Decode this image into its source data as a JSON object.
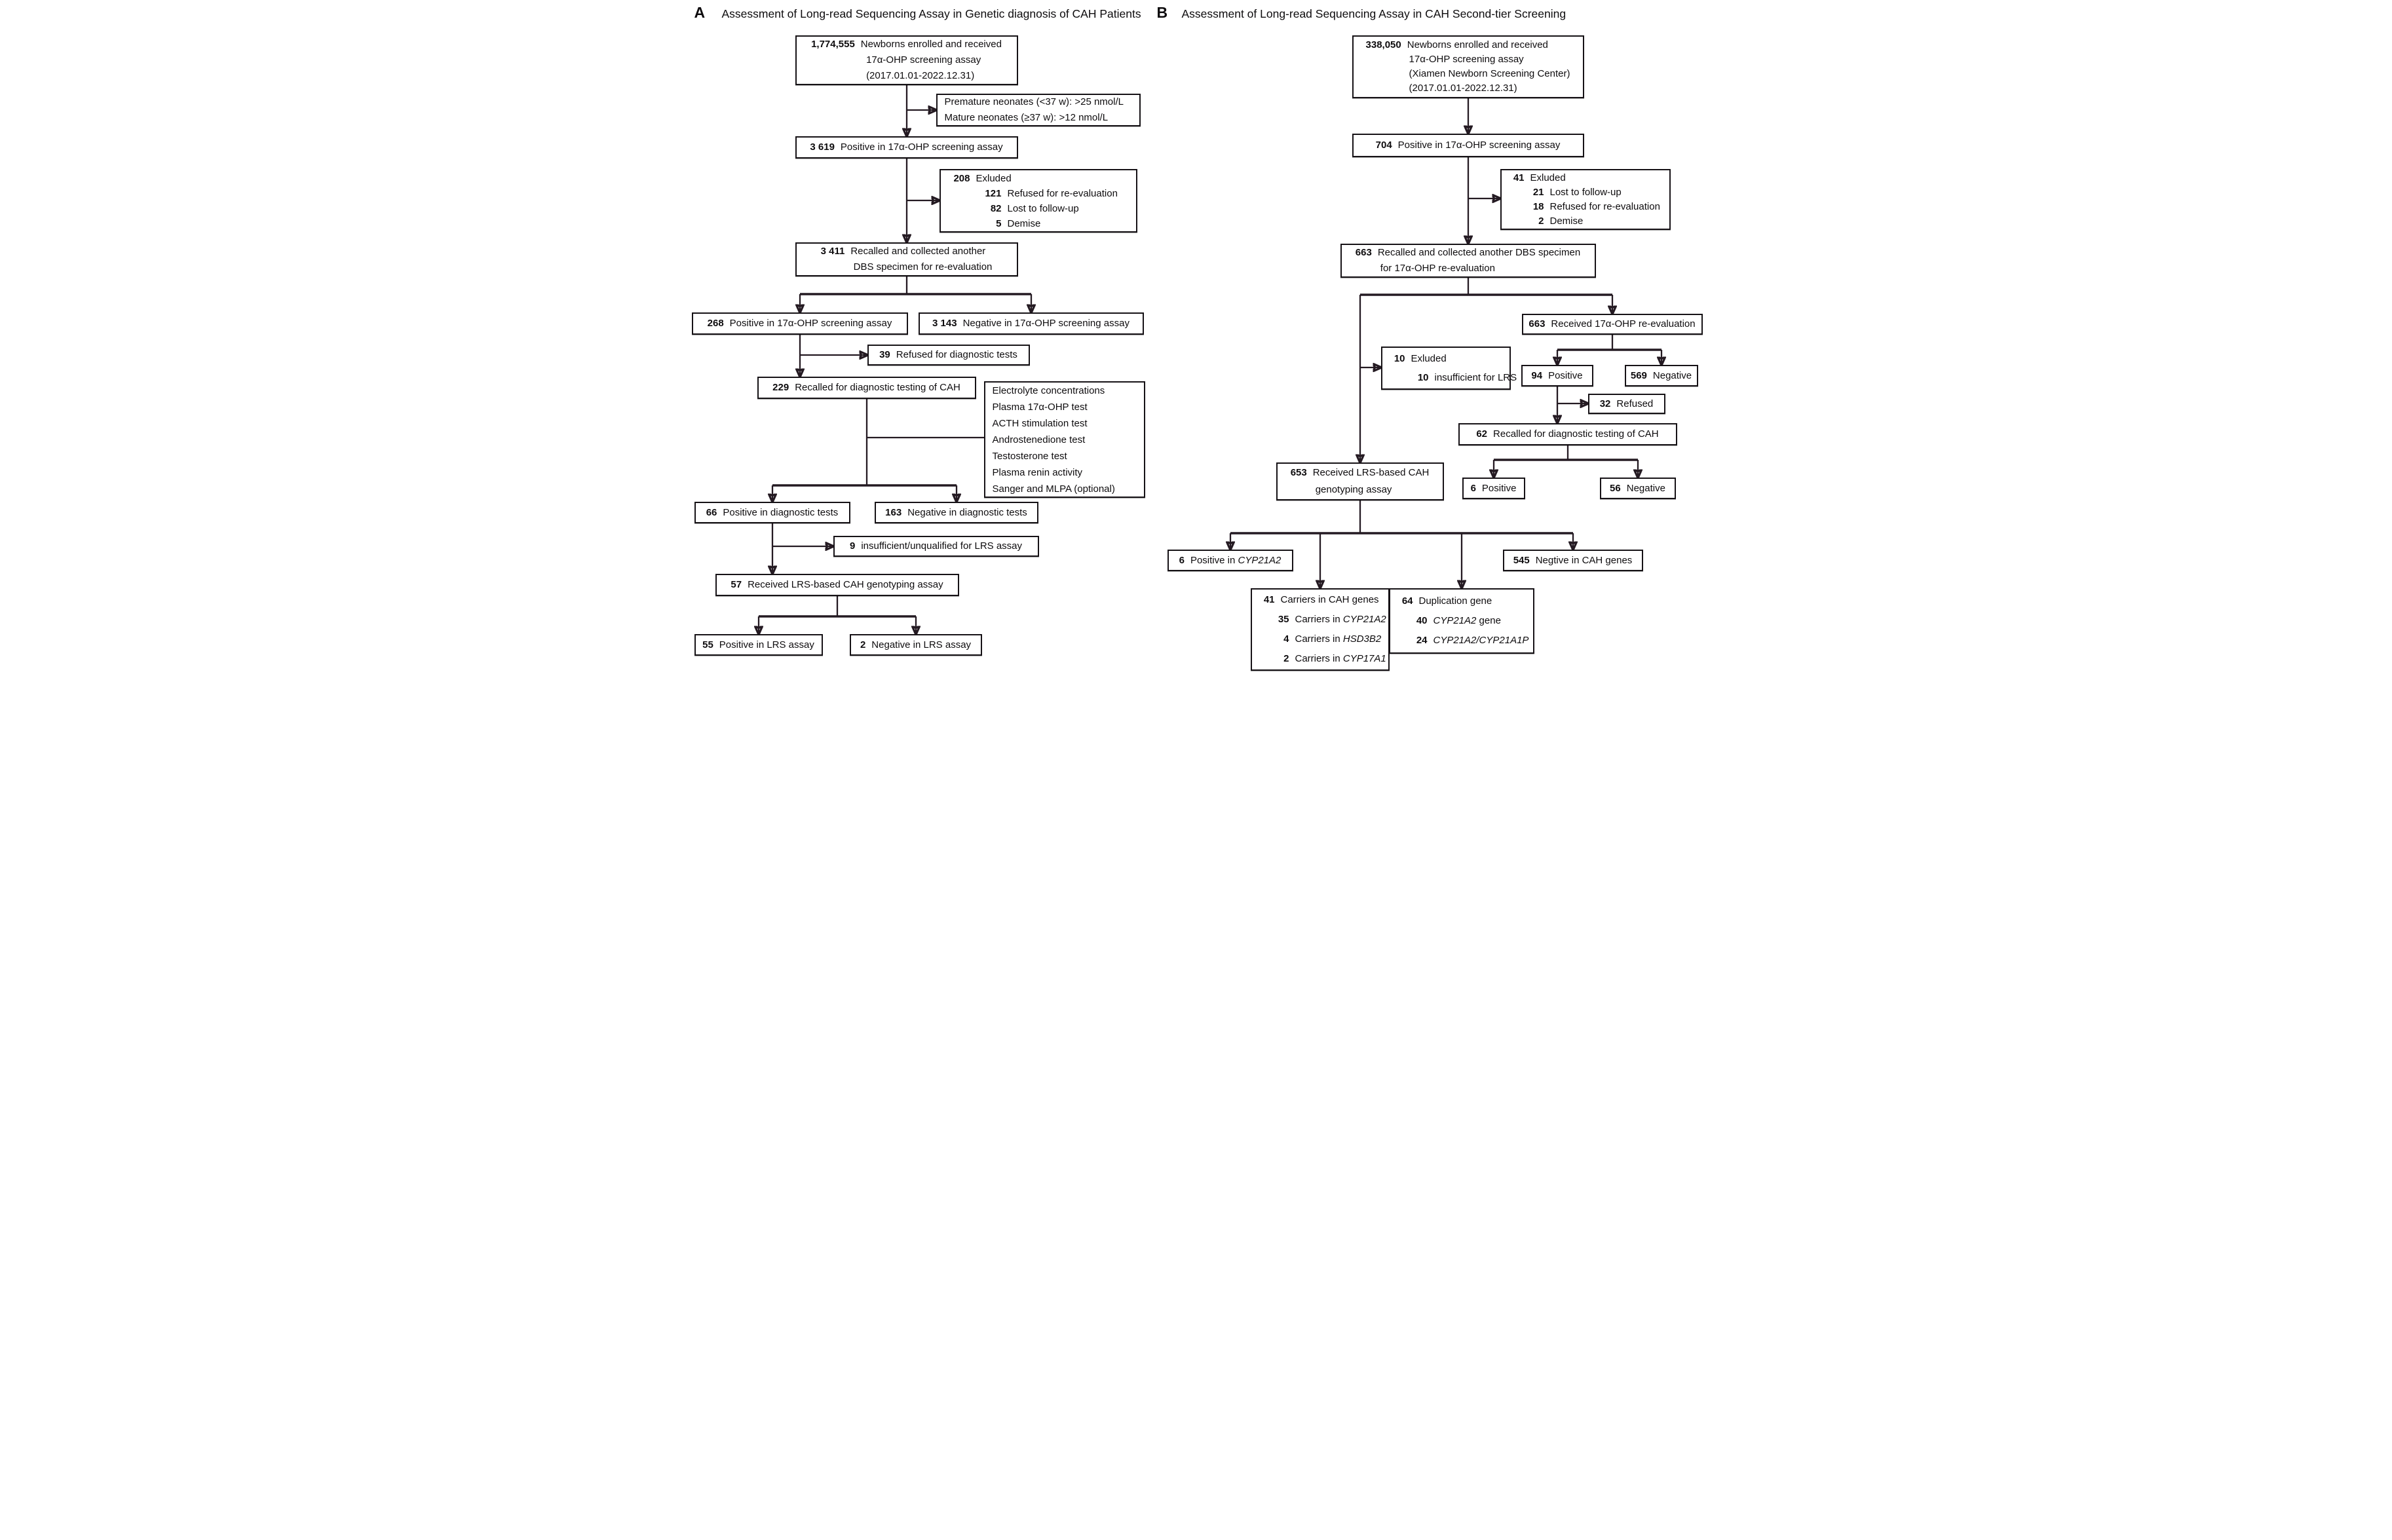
{
  "figure": {
    "colors": {
      "background": "#ffffff",
      "line": "#241a22",
      "box_border": "#161216",
      "text": "#0e0c0e"
    }
  },
  "panel_a": {
    "label": "A",
    "title": "Assessment of Long-read Sequencing Assay in Genetic diagnosis of CAH Patients",
    "boxes": {
      "a1": {
        "lines": [
          {
            "segs": [
              {
                "t": "1,774,555",
                "b": true
              },
              {
                "t": "Newborns enrolled and received"
              }
            ]
          },
          {
            "sub": true,
            "segs": [
              {
                "t": "17α-OHP screening assay"
              }
            ]
          },
          {
            "sub": true,
            "segs": [
              {
                "t": "(2017.01.01-2022.12.31)"
              }
            ]
          }
        ]
      },
      "a2": {
        "lines": [
          {
            "segs": [
              {
                "t": "Premature neonates (<37 w): >25 nmol/L"
              }
            ]
          },
          {
            "segs": [
              {
                "t": "Mature neonates (≥37 w): >12 nmol/L"
              }
            ]
          }
        ]
      },
      "a3": {
        "lines": [
          {
            "segs": [
              {
                "t": "3 619",
                "b": true
              },
              {
                "t": "Positive in 17α-OHP screening assay"
              }
            ]
          }
        ]
      },
      "a4": {
        "lines": [
          {
            "segs": [
              {
                "t": "208",
                "b": true
              },
              {
                "t": "Exluded"
              }
            ]
          },
          {
            "sub": true,
            "segs": [
              {
                "t": "121",
                "b": true
              },
              {
                "t": "Refused for re-evaluation"
              }
            ]
          },
          {
            "sub": true,
            "segs": [
              {
                "t": "82",
                "b": true
              },
              {
                "t": "Lost to follow-up"
              }
            ]
          },
          {
            "sub": true,
            "segs": [
              {
                "t": "5",
                "b": true
              },
              {
                "t": "Demise"
              }
            ]
          }
        ]
      },
      "a5": {
        "lines": [
          {
            "segs": [
              {
                "t": "3 411",
                "b": true
              },
              {
                "t": "Recalled and collected another"
              }
            ]
          },
          {
            "sub": true,
            "segs": [
              {
                "t": "DBS specimen for re-evaluation"
              }
            ]
          }
        ]
      },
      "a6": {
        "lines": [
          {
            "segs": [
              {
                "t": "268",
                "b": true
              },
              {
                "t": "Positive in 17α-OHP screening assay"
              }
            ]
          }
        ]
      },
      "a7": {
        "lines": [
          {
            "segs": [
              {
                "t": "3 143",
                "b": true
              },
              {
                "t": "Negative in 17α-OHP screening assay"
              }
            ]
          }
        ]
      },
      "a8": {
        "lines": [
          {
            "segs": [
              {
                "t": "39",
                "b": true
              },
              {
                "t": "Refused for diagnostic tests"
              }
            ]
          }
        ]
      },
      "a9": {
        "lines": [
          {
            "segs": [
              {
                "t": "229",
                "b": true
              },
              {
                "t": "Recalled for diagnostic testing of  CAH"
              }
            ]
          }
        ]
      },
      "a10": {
        "lines": [
          {
            "segs": [
              {
                "t": "Electrolyte concentrations"
              }
            ]
          },
          {
            "segs": [
              {
                "t": "Plasma 17α-OHP test"
              }
            ]
          },
          {
            "segs": [
              {
                "t": "ACTH stimulation test"
              }
            ]
          },
          {
            "segs": [
              {
                "t": "Androstenedione test"
              }
            ]
          },
          {
            "segs": [
              {
                "t": "Testosterone test"
              }
            ]
          },
          {
            "segs": [
              {
                "t": "Plasma renin activity"
              }
            ]
          },
          {
            "segs": [
              {
                "t": "Sanger and MLPA (optional)"
              }
            ]
          }
        ]
      },
      "a11": {
        "lines": [
          {
            "segs": [
              {
                "t": "66",
                "b": true
              },
              {
                "t": "Positive in diagnostic tests"
              }
            ]
          }
        ]
      },
      "a12": {
        "lines": [
          {
            "segs": [
              {
                "t": "163",
                "b": true
              },
              {
                "t": "Negative in diagnostic tests"
              }
            ]
          }
        ]
      },
      "a13": {
        "lines": [
          {
            "segs": [
              {
                "t": "9",
                "b": true
              },
              {
                "t": "insufficient/unqualified for LRS assay"
              }
            ]
          }
        ]
      },
      "a14": {
        "lines": [
          {
            "segs": [
              {
                "t": "57",
                "b": true
              },
              {
                "t": "Received LRS-based CAH genotyping assay"
              }
            ]
          }
        ]
      },
      "a15": {
        "lines": [
          {
            "segs": [
              {
                "t": "55",
                "b": true
              },
              {
                "t": "Positive in LRS assay"
              }
            ]
          }
        ]
      },
      "a16": {
        "lines": [
          {
            "segs": [
              {
                "t": "2",
                "b": true
              },
              {
                "t": "Negative in LRS assay"
              }
            ]
          }
        ]
      }
    }
  },
  "panel_b": {
    "label": "B",
    "title": "Assessment of Long-read Sequencing Assay in CAH Second-tier Screening",
    "boxes": {
      "b1": {
        "lines": [
          {
            "segs": [
              {
                "t": "338,050",
                "b": true
              },
              {
                "t": "Newborns enrolled and received"
              }
            ]
          },
          {
            "sub": true,
            "segs": [
              {
                "t": "17α-OHP screening assay"
              }
            ]
          },
          {
            "sub": true,
            "segs": [
              {
                "t": "(Xiamen Newborn Screening Center)"
              }
            ]
          },
          {
            "sub": true,
            "segs": [
              {
                "t": "(2017.01.01-2022.12.31)"
              }
            ]
          }
        ]
      },
      "b2": {
        "lines": [
          {
            "segs": [
              {
                "t": "704",
                "b": true
              },
              {
                "t": "Positive in 17α-OHP screening assay"
              }
            ]
          }
        ]
      },
      "b3": {
        "lines": [
          {
            "segs": [
              {
                "t": "41",
                "b": true
              },
              {
                "t": "Exluded"
              }
            ]
          },
          {
            "sub": true,
            "segs": [
              {
                "t": "21",
                "b": true
              },
              {
                "t": "Lost to follow-up"
              }
            ]
          },
          {
            "sub": true,
            "segs": [
              {
                "t": "18",
                "b": true
              },
              {
                "t": "Refused for re-evaluation"
              }
            ]
          },
          {
            "sub": true,
            "segs": [
              {
                "t": "2",
                "b": true
              },
              {
                "t": "Demise"
              }
            ]
          }
        ]
      },
      "b4": {
        "lines": [
          {
            "segs": [
              {
                "t": "663",
                "b": true
              },
              {
                "t": "Recalled and collected another DBS specimen"
              }
            ]
          },
          {
            "sub": true,
            "segs": [
              {
                "t": "for 17α-OHP re-evaluation"
              }
            ]
          }
        ]
      },
      "b5": {
        "lines": [
          {
            "segs": [
              {
                "t": "663",
                "b": true
              },
              {
                "t": "Received 17α-OHP re-evaluation"
              }
            ]
          }
        ]
      },
      "b6": {
        "lines": [
          {
            "segs": [
              {
                "t": "10",
                "b": true
              },
              {
                "t": "Exluded"
              }
            ]
          },
          {
            "sub": true,
            "segs": [
              {
                "t": "10",
                "b": true
              },
              {
                "t": "insufficient for LRS"
              }
            ]
          }
        ]
      },
      "b7": {
        "lines": [
          {
            "segs": [
              {
                "t": "94",
                "b": true
              },
              {
                "t": "Positive"
              }
            ]
          }
        ]
      },
      "b8": {
        "lines": [
          {
            "segs": [
              {
                "t": "569",
                "b": true
              },
              {
                "t": "Negative"
              }
            ]
          }
        ]
      },
      "b9": {
        "lines": [
          {
            "segs": [
              {
                "t": "32",
                "b": true
              },
              {
                "t": "Refused"
              }
            ]
          }
        ]
      },
      "b10": {
        "lines": [
          {
            "segs": [
              {
                "t": "62",
                "b": true
              },
              {
                "t": "Recalled for diagnostic testing of CAH"
              }
            ]
          }
        ]
      },
      "b11": {
        "lines": [
          {
            "segs": [
              {
                "t": "6",
                "b": true
              },
              {
                "t": "Positive"
              }
            ]
          }
        ]
      },
      "b12": {
        "lines": [
          {
            "segs": [
              {
                "t": "56",
                "b": true
              },
              {
                "t": "Negative"
              }
            ]
          }
        ]
      },
      "b13": {
        "lines": [
          {
            "segs": [
              {
                "t": "653",
                "b": true
              },
              {
                "t": "Received LRS-based CAH"
              }
            ]
          },
          {
            "sub": true,
            "segs": [
              {
                "t": "genotyping assay"
              }
            ]
          }
        ]
      },
      "b14": {
        "lines": [
          {
            "segs": [
              {
                "t": "6",
                "b": true
              },
              {
                "t": "Positive in "
              },
              {
                "t": "CYP21A2",
                "i": true
              }
            ]
          }
        ]
      },
      "b15": {
        "lines": [
          {
            "segs": [
              {
                "t": "41",
                "b": true
              },
              {
                "t": "Carriers in CAH genes"
              }
            ]
          },
          {
            "sub": true,
            "segs": [
              {
                "t": "35",
                "b": true
              },
              {
                "t": "Carriers in "
              },
              {
                "t": "CYP21A2",
                "i": true
              }
            ]
          },
          {
            "sub": true,
            "segs": [
              {
                "t": "4",
                "b": true
              },
              {
                "t": "Carriers in "
              },
              {
                "t": "HSD3B2",
                "i": true
              }
            ]
          },
          {
            "sub": true,
            "segs": [
              {
                "t": "2",
                "b": true
              },
              {
                "t": "Carriers in "
              },
              {
                "t": "CYP17A1",
                "i": true
              }
            ]
          }
        ]
      },
      "b16": {
        "lines": [
          {
            "segs": [
              {
                "t": "64",
                "b": true
              },
              {
                "t": "Duplication gene"
              }
            ]
          },
          {
            "sub": true,
            "segs": [
              {
                "t": "40",
                "b": true
              },
              {
                "t": "CYP21A2",
                "i": true
              },
              {
                "t": " gene"
              }
            ]
          },
          {
            "sub": true,
            "segs": [
              {
                "t": "24",
                "b": true
              },
              {
                "t": "CYP21A2/CYP21A1P",
                "i": true
              }
            ]
          }
        ]
      },
      "b17": {
        "lines": [
          {
            "segs": [
              {
                "t": "545",
                "b": true
              },
              {
                "t": "Negtive in CAH genes"
              }
            ]
          }
        ]
      }
    }
  }
}
